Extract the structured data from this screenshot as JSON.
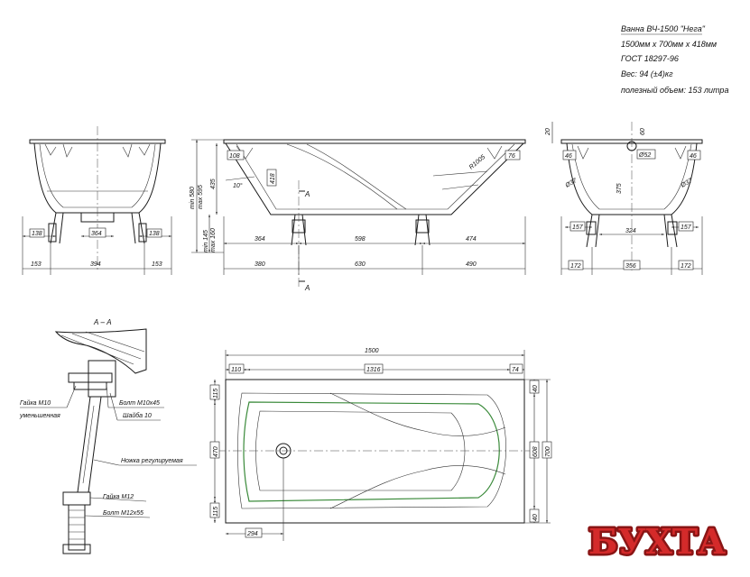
{
  "spec": {
    "title": "Ванна ВЧ-1500 \"Нега\"",
    "size": "1500мм х 700мм х 418мм",
    "gost": "ГОСТ 18297-96",
    "weight": "Вес: 94 (±4)кг",
    "volume": "полезный объем: 153 литра"
  },
  "front_view": {
    "dims": [
      "138",
      "364",
      "138",
      "153",
      "394",
      "153"
    ]
  },
  "side_view": {
    "dims": [
      "108",
      "76",
      "10°",
      "418",
      "R1005",
      "A",
      "A",
      "364",
      "598",
      "474",
      "380",
      "630",
      "490",
      "min 580",
      "max 595",
      "435",
      "min 145",
      "max 160"
    ]
  },
  "end_view": {
    "dims": [
      "20",
      "60",
      "Ø52",
      "46",
      "46",
      "Ø37",
      "375",
      "Ø37",
      "157",
      "324",
      "157",
      "172",
      "356",
      "172"
    ]
  },
  "section": {
    "title": "А – А",
    "labels": [
      "Гайка М10",
      "уменьшенная",
      "Болт М10х45",
      "Шайба 10",
      "Ножка регулируемая",
      "Гайка М12",
      "Болт М12х55"
    ]
  },
  "plan_view": {
    "dims": [
      "1500",
      "110",
      "1316",
      "74",
      "115",
      "470",
      "115",
      "40",
      "608",
      "40",
      "700",
      "294"
    ]
  },
  "logo": {
    "text": "БУХТА",
    "color": "#d42a2a"
  }
}
